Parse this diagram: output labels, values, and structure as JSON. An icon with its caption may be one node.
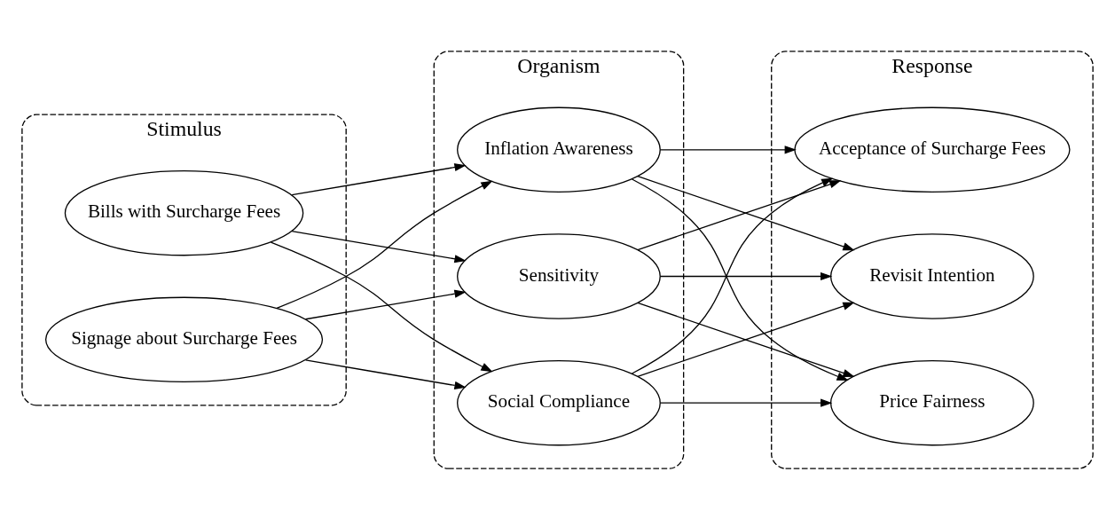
{
  "diagram": {
    "nodes": [
      {
        "text": [
          "Stimulus"
        ]
      },
      {
        "text": [
          "Bills with Surcharge Fees"
        ],
        "in": 0
      },
      {
        "text": [
          "Signage about Surcharge Fees"
        ],
        "in": 0
      },
      {
        "text": [
          "Organism"
        ]
      },
      {
        "text": [
          "Social Compliance"
        ],
        "in": 3
      },
      {
        "text": [
          "Inflation Awareness"
        ],
        "in": 3
      },
      {
        "text": [
          "Sensitivity"
        ],
        "in": 3
      },
      {
        "text": [
          "Response"
        ]
      },
      {
        "text": [
          "Price Fairness"
        ],
        "in": 7
      },
      {
        "text": [
          "Acceptance of Surcharge Fees"
        ],
        "in": 7
      },
      {
        "text": [
          "Revisit Intention"
        ],
        "in": 7
      }
    ],
    "edges": [
      {
        "from": 1,
        "to": 4,
        "arrow": "to"
      },
      {
        "from": 1,
        "to": 5,
        "arrow": "to"
      },
      {
        "from": 1,
        "to": 6,
        "arrow": "to"
      },
      {
        "from": 2,
        "to": 4,
        "arrow": "to"
      },
      {
        "from": 2,
        "to": 5,
        "arrow": "to"
      },
      {
        "from": 2,
        "to": 6,
        "arrow": "to"
      },
      {
        "from": 4,
        "to": 8,
        "arrow": "to"
      },
      {
        "from": 4,
        "to": 9,
        "arrow": "to"
      },
      {
        "from": 4,
        "to": 10,
        "arrow": "to"
      },
      {
        "from": 5,
        "to": 8,
        "arrow": "to"
      },
      {
        "from": 5,
        "to": 9,
        "arrow": "to"
      },
      {
        "from": 5,
        "to": 10,
        "arrow": "to"
      },
      {
        "from": 6,
        "to": 8,
        "arrow": "to"
      },
      {
        "from": 6,
        "to": 9,
        "arrow": "to"
      },
      {
        "from": 6,
        "to": 10,
        "arrow": "to"
      }
    ]
  }
}
